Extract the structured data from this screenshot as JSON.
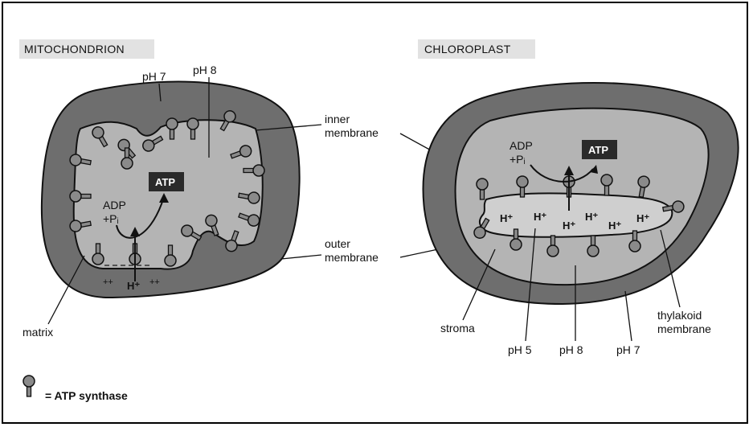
{
  "mitochondrion": {
    "title": "MITOCHONDRION",
    "ph_outer": "pH 7",
    "ph_matrix": "pH 8",
    "inner_membrane_line1": "inner",
    "inner_membrane_line2": "membrane",
    "outer_membrane_line1": "outer",
    "outer_membrane_line2": "membrane",
    "matrix": "matrix",
    "adp": "ADP",
    "pi": "+Pᵢ",
    "atp": "ATP",
    "h_plus": "H⁺",
    "plus_left": "++",
    "plus_right": "++"
  },
  "chloroplast": {
    "title": "CHLOROPLAST",
    "adp": "ADP",
    "pi": "+Pᵢ",
    "atp": "ATP",
    "h_plus": "H⁺",
    "stroma": "stroma",
    "ph_lumen": "pH 5",
    "ph_stroma": "pH 8",
    "ph_outer": "pH 7",
    "thylakoid_line1": "thylakoid",
    "thylakoid_line2": "membrane"
  },
  "legend": {
    "text": "= ATP synthase"
  },
  "colors": {
    "outer_compartment": "#6e6e6e",
    "inner_compartment": "#b4b4b4",
    "lumen": "#cfcfcf",
    "atp_box": "#2a2a2a",
    "title_bg": "#e2e2e2"
  }
}
